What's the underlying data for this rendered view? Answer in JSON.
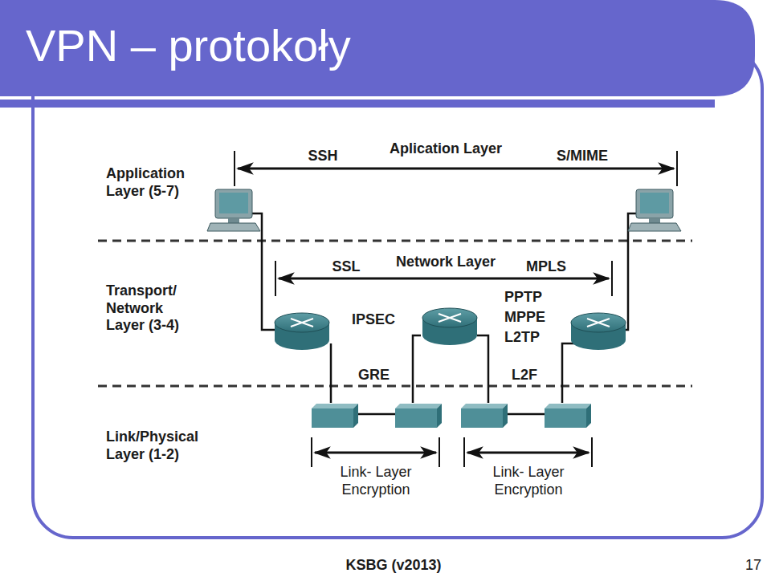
{
  "diagram": {
    "title": "VPN – protokoły",
    "labels": [
      "Application Layer (5-7)",
      "SSH",
      "Aplication Layer",
      "S/MIME",
      "SSL",
      "Network Layer",
      "MPLS",
      "Transport/ Network Layer (3-4)",
      "IPSEC",
      "PPTP",
      "MPPE",
      "L2TP",
      "GRE",
      "L2F",
      "Link/Physical Layer (1-2)",
      "Link- Layer Encryption",
      "Link- Layer Encryption",
      "KSBG (v2013)",
      "17"
    ]
  }
}
